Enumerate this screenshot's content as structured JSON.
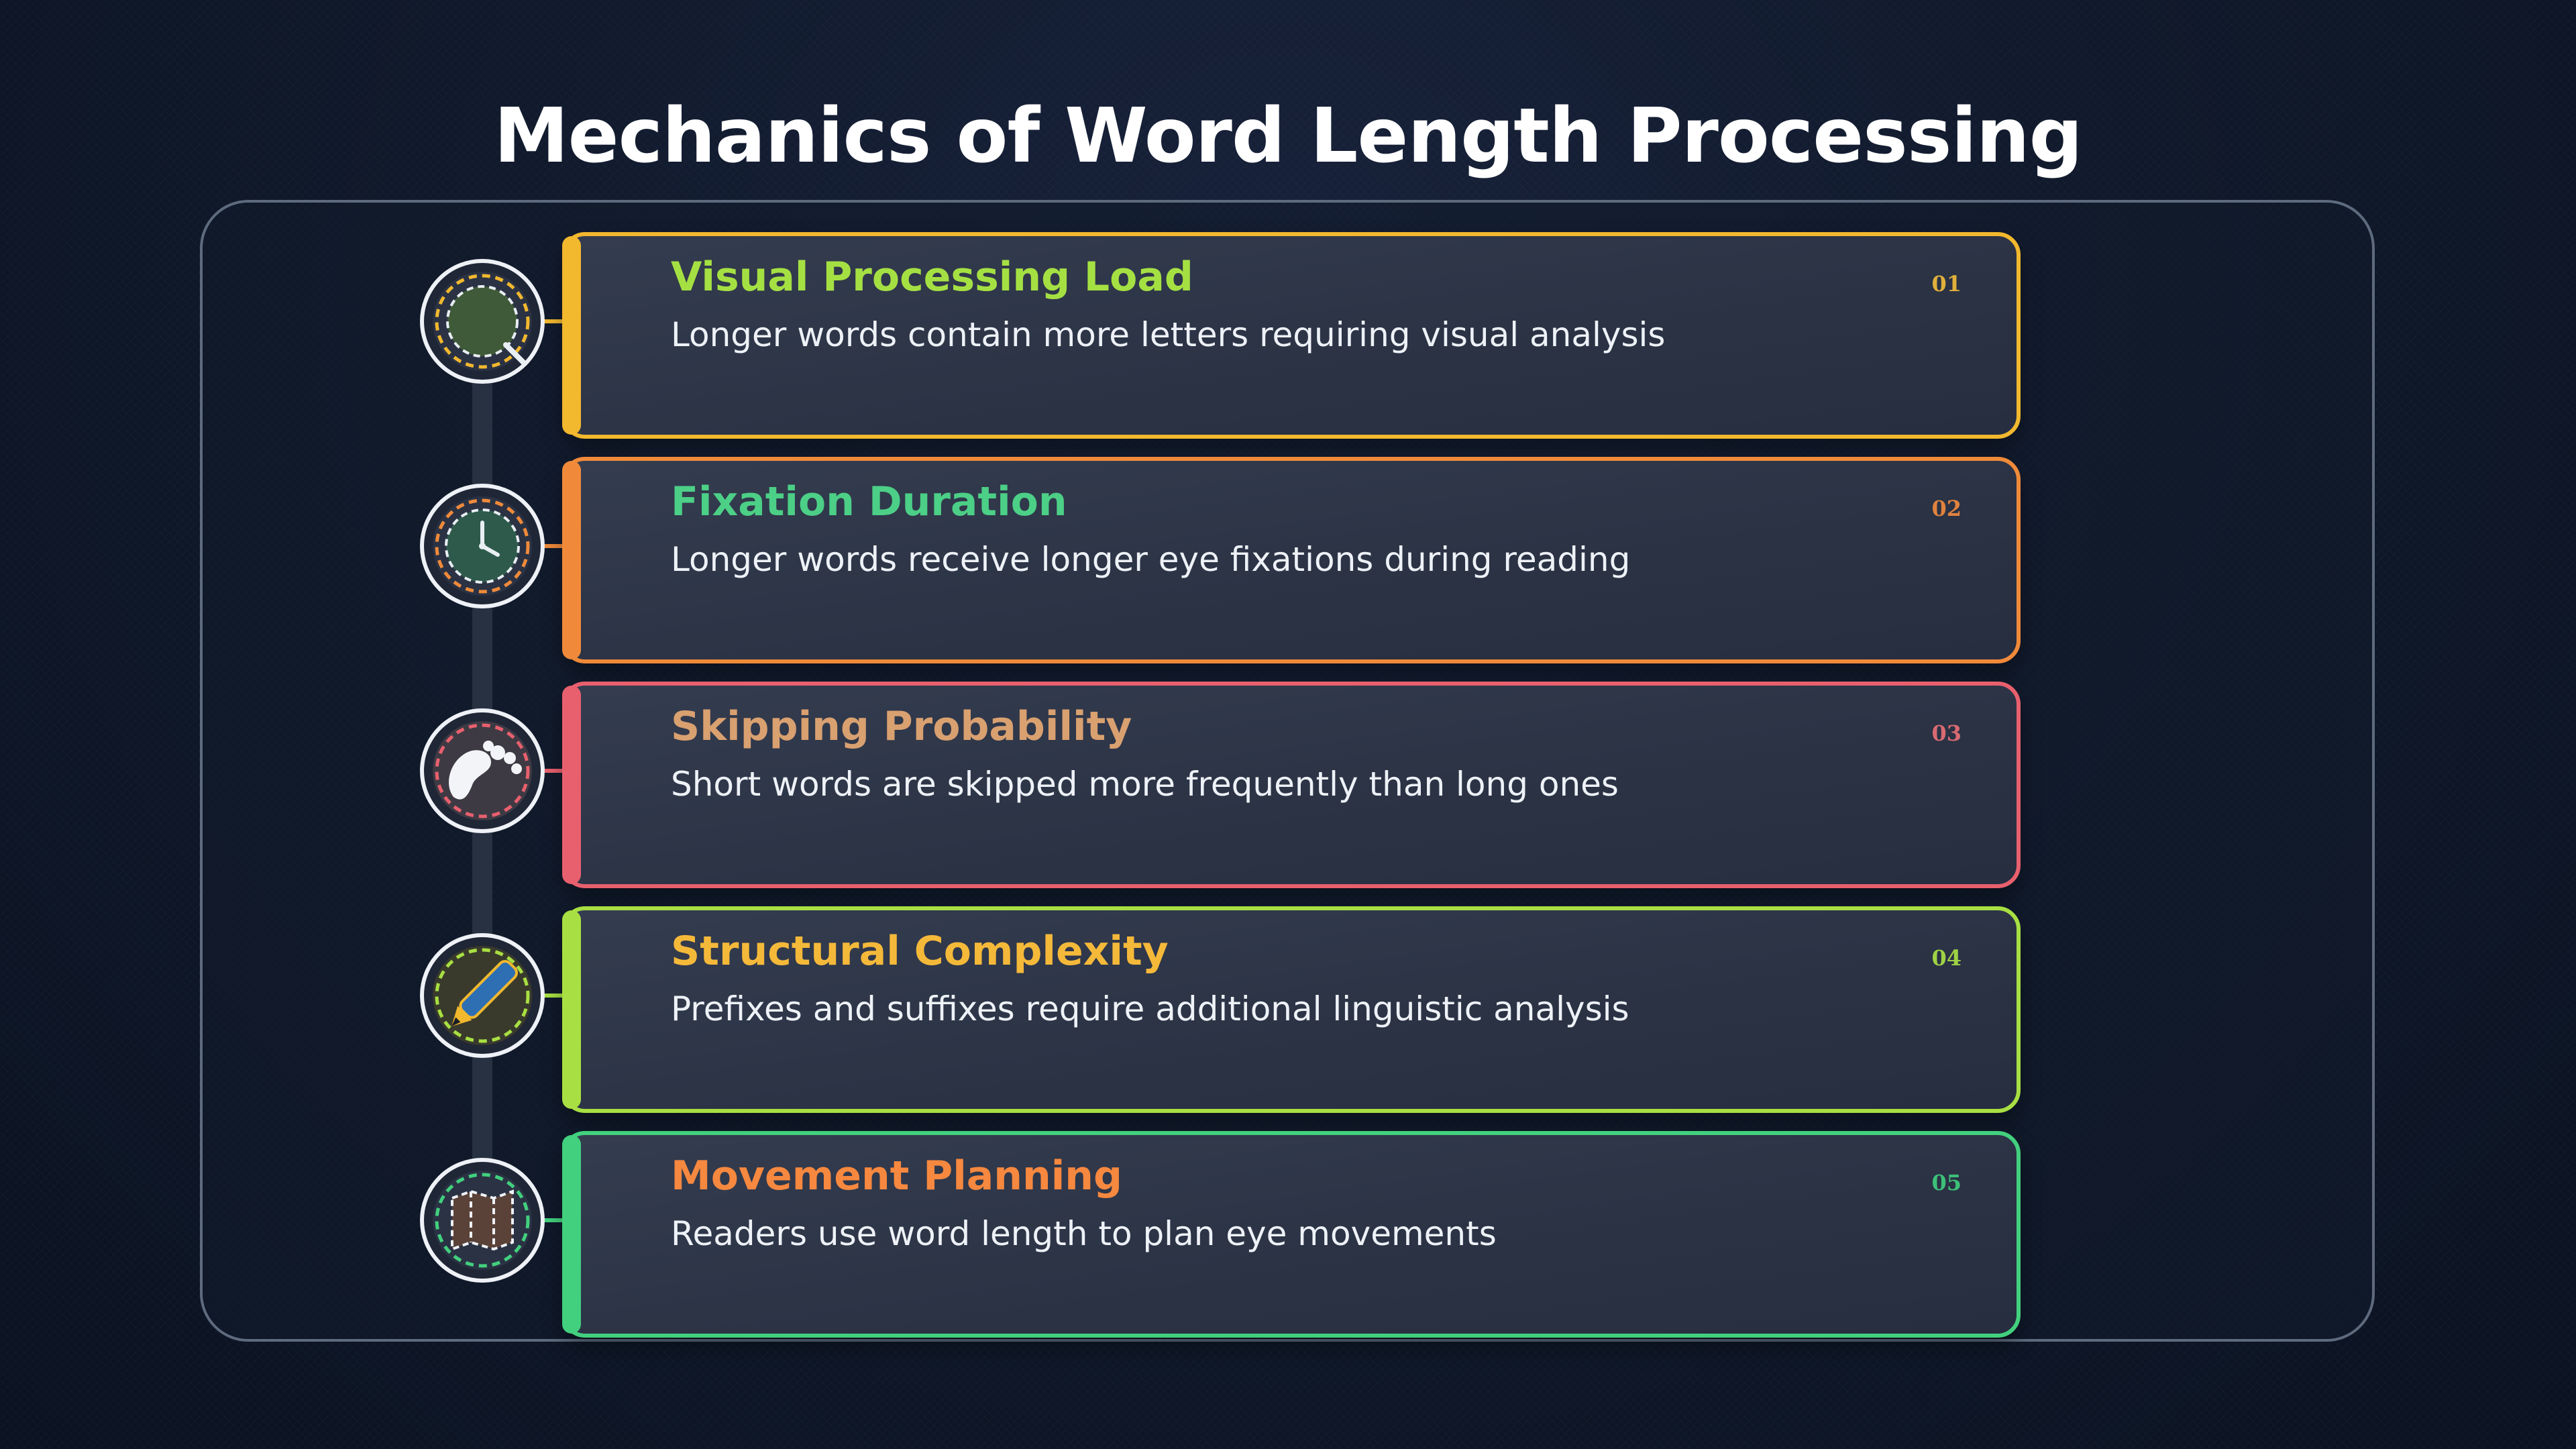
{
  "title": "Mechanics of Word Length Processing",
  "steps": [
    {
      "number": "01",
      "heading": "Visual Processing Load",
      "description": "Longer words contain more letters requiring visual analysis",
      "icon": "magnifying-glass-icon",
      "border_color": "#f2b82e",
      "heading_color": "#a5e043",
      "number_color": "#e0b03a"
    },
    {
      "number": "02",
      "heading": "Fixation Duration",
      "description": "Longer words receive longer eye fixations during reading",
      "icon": "clock-icon",
      "border_color": "#f08a3a",
      "heading_color": "#4ccf86",
      "number_color": "#e0823d"
    },
    {
      "number": "03",
      "heading": "Skipping Probability",
      "description": "Short words are skipped more frequently than long ones",
      "icon": "footprint-icon",
      "border_color": "#e8606e",
      "heading_color": "#d9a070",
      "number_color": "#d96a72"
    },
    {
      "number": "04",
      "heading": "Structural Complexity",
      "description": "Prefixes and suffixes require additional linguistic analysis",
      "icon": "pen-icon",
      "border_color": "#a8df43",
      "heading_color": "#f5b93a",
      "number_color": "#9fd244"
    },
    {
      "number": "05",
      "heading": "Movement Planning",
      "description": "Readers use word length to plan eye movements",
      "icon": "map-icon",
      "border_color": "#42d07e",
      "heading_color": "#f6883f",
      "number_color": "#3dc078"
    }
  ]
}
